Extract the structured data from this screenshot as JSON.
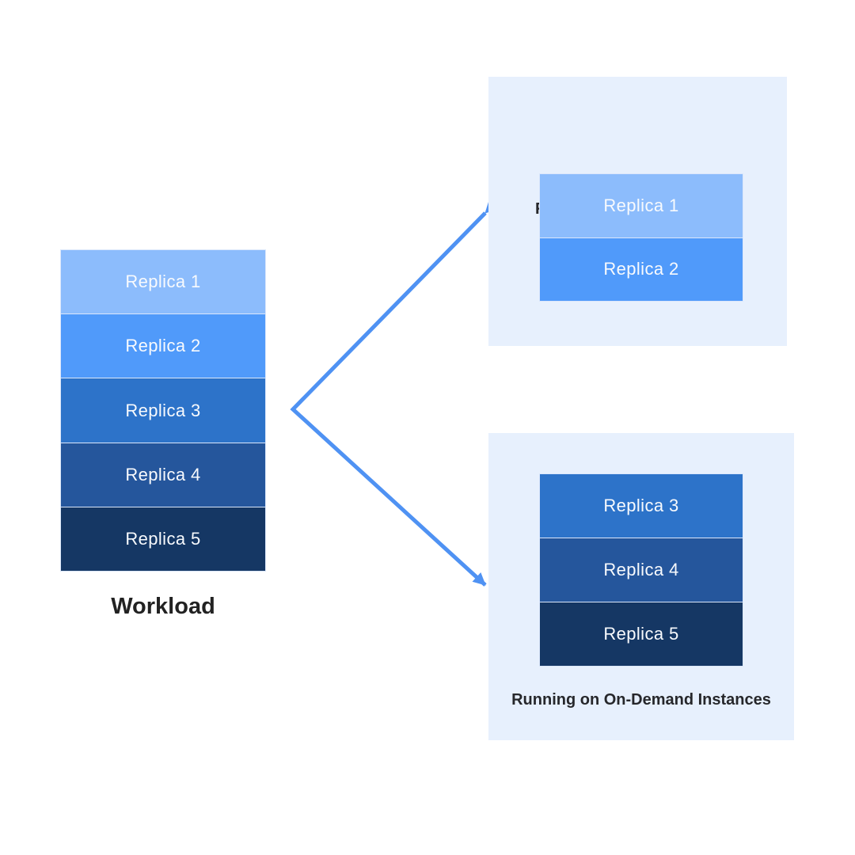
{
  "colors": {
    "canvas_bg": "#ffffff",
    "panel_bg": "#e7f0fd",
    "arrow": "#4f92f3",
    "block_border": "#dbe7fb",
    "title_text": "#26272b",
    "replica_text": "#f8fafd",
    "workload_text": "#222222"
  },
  "workload": {
    "label": "Workload",
    "replicas": [
      {
        "label": "Replica 1",
        "color": "#8cbcfc"
      },
      {
        "label": "Replica 2",
        "color": "#509afa"
      },
      {
        "label": "Replica 3",
        "color": "#2d73c9"
      },
      {
        "label": "Replica 4",
        "color": "#25569c"
      },
      {
        "label": "Replica 5",
        "color": "#153764"
      }
    ]
  },
  "spot_panel": {
    "title": "Running on Spot Instances",
    "replicas": [
      {
        "label": "Replica 1",
        "color": "#8cbcfc"
      },
      {
        "label": "Replica 2",
        "color": "#509afa"
      }
    ]
  },
  "ondemand_panel": {
    "title": "Running on On-Demand Instances",
    "replicas": [
      {
        "label": "Replica 3",
        "color": "#2d73c9"
      },
      {
        "label": "Replica 4",
        "color": "#25569c"
      },
      {
        "label": "Replica 5",
        "color": "#153764"
      }
    ]
  }
}
